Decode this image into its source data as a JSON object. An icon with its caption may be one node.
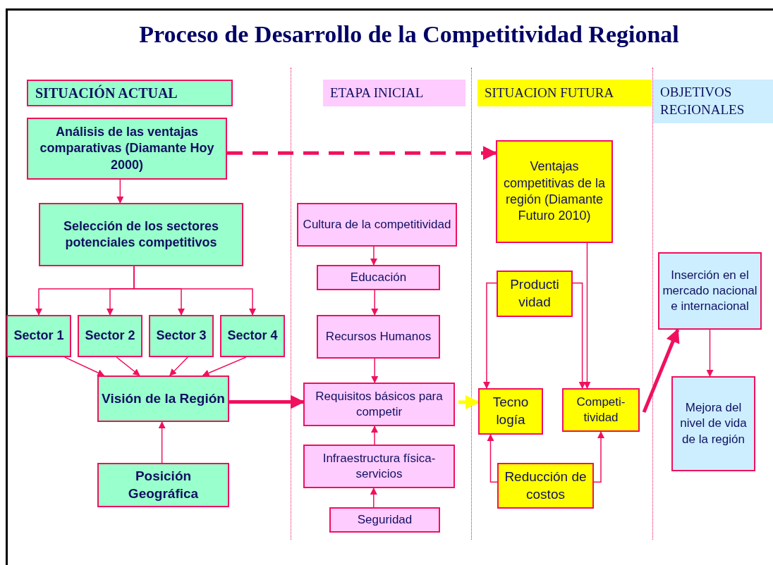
{
  "diagram": {
    "title": "Proceso de Desarrollo de la Competitividad Regional",
    "nodes": [
      {
        "text": [
          "SITUACIÓN ACTUAL"
        ]
      },
      {
        "text": [
          "ETAPA INICIAL"
        ]
      },
      {
        "text": [
          "SITUACION FUTURA"
        ]
      },
      {
        "text": [
          "OBJETIVOS REGIONALES"
        ]
      },
      {
        "text": [
          "Análisis de las ventajas comparativas (Diamante Hoy 2000)"
        ]
      },
      {
        "text": [
          "Selección de los sectores potenciales competitivos"
        ]
      },
      {
        "text": [
          "Sector 1"
        ]
      },
      {
        "text": [
          "Sector 2"
        ]
      },
      {
        "text": [
          "Sector 3"
        ]
      },
      {
        "text": [
          "Sector 4"
        ]
      },
      {
        "text": [
          "Visión de la Región"
        ]
      },
      {
        "text": [
          "Posición Geográfica"
        ]
      },
      {
        "text": [
          "Cultura de la competitividad"
        ]
      },
      {
        "text": [
          "Educación"
        ]
      },
      {
        "text": [
          "Recursos Humanos"
        ]
      },
      {
        "text": [
          "Requisitos básicos para competir"
        ]
      },
      {
        "text": [
          "Infraestructura física-servicios"
        ]
      },
      {
        "text": [
          "Seguridad"
        ]
      },
      {
        "text": [
          "Ventajas competitivas de la región (Diamante Futuro 2010)"
        ]
      },
      {
        "text": [
          "Producti vidad"
        ]
      },
      {
        "text": [
          "Tecno logía"
        ]
      },
      {
        "text": [
          "Competi- tividad"
        ]
      },
      {
        "text": [
          "Reducción de costos"
        ]
      },
      {
        "text": [
          "Inserción en el mercado nacional e internacional"
        ]
      },
      {
        "text": [
          "Mejora del nivel de vida de la región"
        ]
      }
    ],
    "edges": [
      {
        "from": 4,
        "to": 18,
        "arrow": "to",
        "style": "dashed"
      },
      {
        "from": 4,
        "to": 5,
        "arrow": "to"
      },
      {
        "from": 5,
        "to": 6,
        "arrow": "to"
      },
      {
        "from": 5,
        "to": 7,
        "arrow": "to"
      },
      {
        "from": 5,
        "to": 8,
        "arrow": "to"
      },
      {
        "from": 5,
        "to": 9,
        "arrow": "to"
      },
      {
        "from": 6,
        "to": 10,
        "arrow": "to"
      },
      {
        "from": 7,
        "to": 10,
        "arrow": "to"
      },
      {
        "from": 8,
        "to": 10,
        "arrow": "to"
      },
      {
        "from": 9,
        "to": 10,
        "arrow": "to"
      },
      {
        "from": 11,
        "to": 10,
        "arrow": "to"
      },
      {
        "from": 10,
        "to": 15,
        "arrow": "to",
        "style": "thick"
      },
      {
        "from": 12,
        "to": 13,
        "arrow": "to"
      },
      {
        "from": 13,
        "to": 14,
        "arrow": "to"
      },
      {
        "from": 14,
        "to": 15,
        "arrow": "to"
      },
      {
        "from": 16,
        "to": 15,
        "arrow": "to"
      },
      {
        "from": 17,
        "to": 16,
        "arrow": "to"
      },
      {
        "from": 15,
        "to": 20,
        "arrow": "to",
        "style": "thick",
        "color": "#ffff00"
      },
      {
        "from": 19,
        "to": 20,
        "arrow": "to"
      },
      {
        "from": 19,
        "to": 21,
        "arrow": "to"
      },
      {
        "from": 18,
        "to": 21,
        "arrow": "to"
      },
      {
        "from": 22,
        "to": 20,
        "arrow": "to"
      },
      {
        "from": 22,
        "to": 21,
        "arrow": "to"
      },
      {
        "from": 21,
        "to": 23,
        "arrow": "to",
        "style": "thick"
      },
      {
        "from": 23,
        "to": 24,
        "arrow": "to"
      }
    ]
  }
}
